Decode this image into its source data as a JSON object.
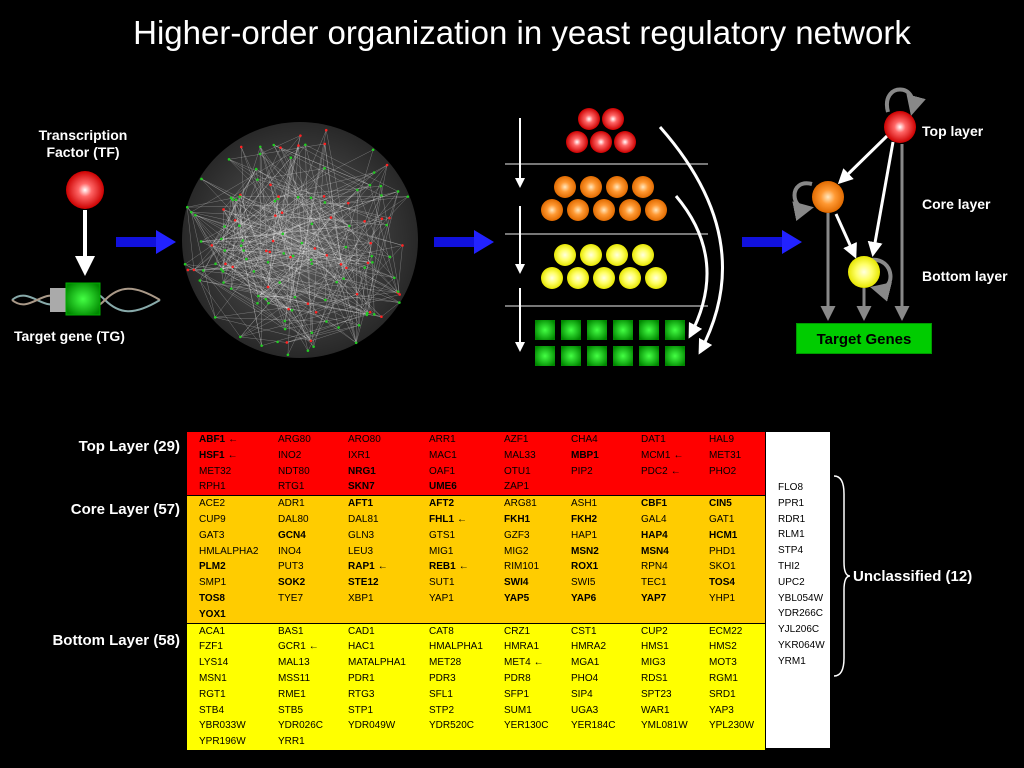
{
  "title": "Higher-order organization in yeast regulatory network",
  "tf_label": "Transcription Factor (TF)",
  "tg_label": "Target gene (TG)",
  "layer_labels": {
    "top": "Top layer",
    "core": "Core layer",
    "bottom": "Bottom layer"
  },
  "target_genes_label": "Target Genes",
  "colors": {
    "top": "#ff0000",
    "core": "#ffcc00",
    "bottom": "#ffff00",
    "target": "#00cc00",
    "arrow": "#0000ff"
  },
  "table": {
    "top_label": "Top Layer (29)",
    "core_label": "Core Layer (57)",
    "bottom_label": "Bottom Layer (58)",
    "unclassified_label": "Unclassified (12)",
    "rows": [
      {
        "layer": "top",
        "cells": [
          {
            "t": "ABF1",
            "b": true,
            "arrow": true
          },
          {
            "t": "ARG80"
          },
          {
            "t": "ARO80"
          },
          {
            "t": "ARR1"
          },
          {
            "t": "AZF1"
          },
          {
            "t": "CHA4"
          },
          {
            "t": "DAT1"
          },
          {
            "t": "HAL9"
          }
        ]
      },
      {
        "layer": "top",
        "cells": [
          {
            "t": "HSF1",
            "b": true,
            "arrow": true
          },
          {
            "t": "INO2"
          },
          {
            "t": "IXR1"
          },
          {
            "t": "MAC1"
          },
          {
            "t": "MAL33"
          },
          {
            "t": "MBP1",
            "b": true
          },
          {
            "t": "MCM1",
            "arrow": true
          },
          {
            "t": "MET31"
          }
        ]
      },
      {
        "layer": "top",
        "cells": [
          {
            "t": "MET32"
          },
          {
            "t": "NDT80"
          },
          {
            "t": "NRG1",
            "b": true
          },
          {
            "t": "OAF1"
          },
          {
            "t": "OTU1"
          },
          {
            "t": "PIP2"
          },
          {
            "t": "PDC2",
            "arrow": true
          },
          {
            "t": "PHO2"
          }
        ]
      },
      {
        "layer": "top",
        "cells": [
          {
            "t": "RPH1"
          },
          {
            "t": "RTG1"
          },
          {
            "t": "SKN7",
            "b": true
          },
          {
            "t": "UME6",
            "b": true
          },
          {
            "t": "ZAP1"
          },
          {
            "t": ""
          },
          {
            "t": ""
          },
          {
            "t": ""
          }
        ]
      },
      {
        "layer": "core",
        "cells": [
          {
            "t": "ACE2"
          },
          {
            "t": "ADR1"
          },
          {
            "t": "AFT1",
            "b": true
          },
          {
            "t": "AFT2",
            "b": true
          },
          {
            "t": "ARG81"
          },
          {
            "t": "ASH1"
          },
          {
            "t": "CBF1",
            "b": true
          },
          {
            "t": "CIN5",
            "b": true
          }
        ]
      },
      {
        "layer": "core",
        "cells": [
          {
            "t": "CUP9"
          },
          {
            "t": "DAL80"
          },
          {
            "t": "DAL81"
          },
          {
            "t": "FHL1",
            "b": true,
            "arrow": true
          },
          {
            "t": "FKH1",
            "b": true
          },
          {
            "t": "FKH2",
            "b": true
          },
          {
            "t": "GAL4"
          },
          {
            "t": "GAT1"
          }
        ]
      },
      {
        "layer": "core",
        "cells": [
          {
            "t": "GAT3"
          },
          {
            "t": "GCN4",
            "b": true
          },
          {
            "t": "GLN3"
          },
          {
            "t": "GTS1"
          },
          {
            "t": "GZF3"
          },
          {
            "t": "HAP1"
          },
          {
            "t": "HAP4",
            "b": true
          },
          {
            "t": "HCM1",
            "b": true
          }
        ]
      },
      {
        "layer": "core",
        "cells": [
          {
            "t": "HMLALPHA2"
          },
          {
            "t": "INO4"
          },
          {
            "t": "LEU3"
          },
          {
            "t": "MIG1"
          },
          {
            "t": "MIG2"
          },
          {
            "t": "MSN2",
            "b": true
          },
          {
            "t": "MSN4",
            "b": true
          },
          {
            "t": "PHD1"
          }
        ]
      },
      {
        "layer": "core",
        "cells": [
          {
            "t": "PLM2",
            "b": true
          },
          {
            "t": "PUT3"
          },
          {
            "t": "RAP1",
            "b": true,
            "arrow": true
          },
          {
            "t": "REB1",
            "b": true,
            "arrow": true
          },
          {
            "t": "RIM101"
          },
          {
            "t": "ROX1",
            "b": true
          },
          {
            "t": "RPN4"
          },
          {
            "t": "SKO1"
          }
        ]
      },
      {
        "layer": "core",
        "cells": [
          {
            "t": "SMP1"
          },
          {
            "t": "SOK2",
            "b": true
          },
          {
            "t": "STE12",
            "b": true
          },
          {
            "t": "SUT1"
          },
          {
            "t": "SWI4",
            "b": true
          },
          {
            "t": "SWI5"
          },
          {
            "t": "TEC1"
          },
          {
            "t": "TOS4",
            "b": true
          }
        ]
      },
      {
        "layer": "core",
        "cells": [
          {
            "t": "TOS8",
            "b": true
          },
          {
            "t": "TYE7"
          },
          {
            "t": "XBP1"
          },
          {
            "t": "YAP1"
          },
          {
            "t": "YAP5",
            "b": true
          },
          {
            "t": "YAP6",
            "b": true
          },
          {
            "t": "YAP7",
            "b": true
          },
          {
            "t": "YHP1"
          }
        ]
      },
      {
        "layer": "core",
        "cells": [
          {
            "t": "YOX1",
            "b": true
          },
          {
            "t": ""
          },
          {
            "t": ""
          },
          {
            "t": ""
          },
          {
            "t": ""
          },
          {
            "t": ""
          },
          {
            "t": ""
          },
          {
            "t": ""
          }
        ]
      },
      {
        "layer": "bottom",
        "cells": [
          {
            "t": "ACA1"
          },
          {
            "t": "BAS1"
          },
          {
            "t": "CAD1"
          },
          {
            "t": "CAT8"
          },
          {
            "t": "CRZ1"
          },
          {
            "t": "CST1"
          },
          {
            "t": "CUP2"
          },
          {
            "t": "ECM22"
          }
        ]
      },
      {
        "layer": "bottom",
        "cells": [
          {
            "t": "FZF1"
          },
          {
            "t": "GCR1",
            "arrow": true
          },
          {
            "t": "HAC1"
          },
          {
            "t": "HMALPHA1"
          },
          {
            "t": "HMRA1"
          },
          {
            "t": "HMRA2"
          },
          {
            "t": "HMS1"
          },
          {
            "t": "HMS2"
          }
        ]
      },
      {
        "layer": "bottom",
        "cells": [
          {
            "t": "LYS14"
          },
          {
            "t": "MAL13"
          },
          {
            "t": "MATALPHA1"
          },
          {
            "t": "MET28"
          },
          {
            "t": "MET4",
            "arrow": true
          },
          {
            "t": "MGA1"
          },
          {
            "t": "MIG3"
          },
          {
            "t": "MOT3"
          }
        ]
      },
      {
        "layer": "bottom",
        "cells": [
          {
            "t": "MSN1"
          },
          {
            "t": "MSS11"
          },
          {
            "t": "PDR1"
          },
          {
            "t": "PDR3"
          },
          {
            "t": "PDR8"
          },
          {
            "t": "PHO4"
          },
          {
            "t": "RDS1"
          },
          {
            "t": "RGM1"
          }
        ]
      },
      {
        "layer": "bottom",
        "cells": [
          {
            "t": "RGT1"
          },
          {
            "t": "RME1"
          },
          {
            "t": "RTG3"
          },
          {
            "t": "SFL1"
          },
          {
            "t": "SFP1"
          },
          {
            "t": "SIP4"
          },
          {
            "t": "SPT23"
          },
          {
            "t": "SRD1"
          }
        ]
      },
      {
        "layer": "bottom",
        "cells": [
          {
            "t": "STB4"
          },
          {
            "t": "STB5"
          },
          {
            "t": "STP1"
          },
          {
            "t": "STP2"
          },
          {
            "t": "SUM1"
          },
          {
            "t": "UGA3"
          },
          {
            "t": "WAR1"
          },
          {
            "t": "YAP3"
          }
        ]
      },
      {
        "layer": "bottom",
        "cells": [
          {
            "t": "YBR033W"
          },
          {
            "t": "YDR026C"
          },
          {
            "t": "YDR049W"
          },
          {
            "t": "YDR520C"
          },
          {
            "t": "YER130C"
          },
          {
            "t": "YER184C"
          },
          {
            "t": "YML081W"
          },
          {
            "t": "YPL230W"
          }
        ]
      },
      {
        "layer": "bottom",
        "cells": [
          {
            "t": "YPR196W"
          },
          {
            "t": "YRR1"
          },
          {
            "t": ""
          },
          {
            "t": ""
          },
          {
            "t": ""
          },
          {
            "t": ""
          },
          {
            "t": ""
          },
          {
            "t": ""
          }
        ]
      }
    ],
    "unclassified": [
      "FLO8",
      "PPR1",
      "RDR1",
      "RLM1",
      "STP4",
      "THI2",
      "UPC2",
      "YBL054W",
      "YDR266C",
      "YJL206C",
      "YKR064W",
      "YRM1"
    ]
  }
}
